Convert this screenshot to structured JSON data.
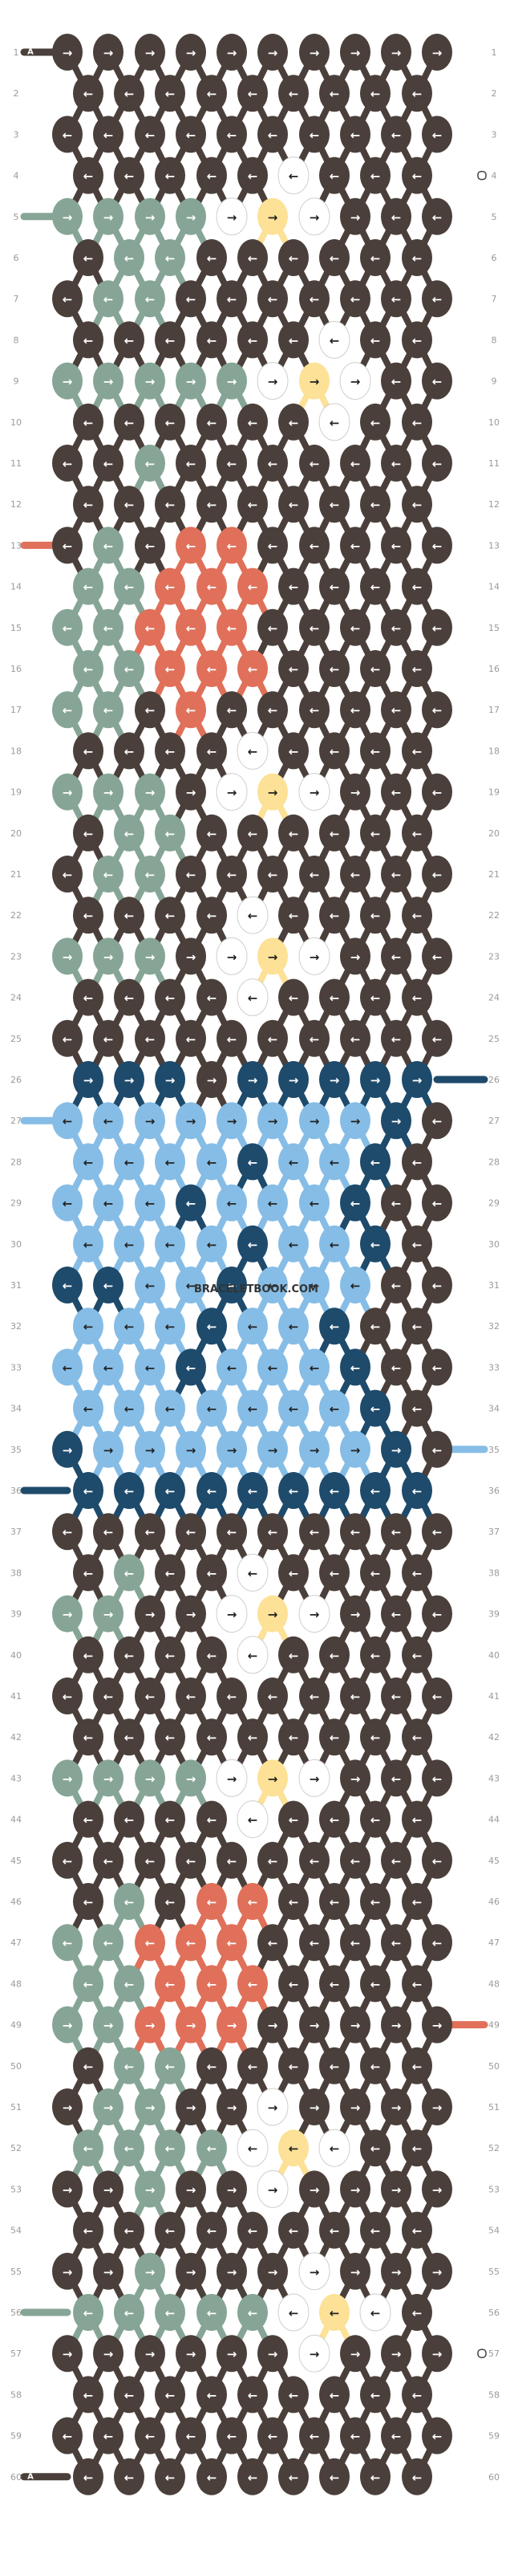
{
  "pattern": {
    "watermark": "BRACELETBOOK.COM",
    "strand_label_top": "A",
    "strand_label_bottom": "A",
    "rows": 60,
    "knots_per_odd_row": 10,
    "knots_per_even_row": 9,
    "colors": {
      "A": "#4a3f3a",
      "B": "#86a596",
      "C": "#ffffff",
      "D": "#fce196",
      "E": "#e0705a",
      "F": "#1e4a6b",
      "G": "#86bde6"
    },
    "icons": {
      "right": "→",
      "left": "←"
    },
    "row_labels": [
      "1",
      "2",
      "3",
      "4",
      "5",
      "6",
      "7",
      "8",
      "9",
      "10",
      "11",
      "12",
      "13",
      "14",
      "15",
      "16",
      "17",
      "18",
      "19",
      "20",
      "21",
      "22",
      "23",
      "24",
      "25",
      "26",
      "27",
      "28",
      "29",
      "30",
      "31",
      "32",
      "33",
      "34",
      "35",
      "36",
      "37",
      "38",
      "39",
      "40",
      "41",
      "42",
      "43",
      "44",
      "45",
      "46",
      "47",
      "48",
      "49",
      "50",
      "51",
      "52",
      "53",
      "54",
      "55",
      "56",
      "57",
      "58",
      "59",
      "60"
    ],
    "knots": [
      "AAAAAAAAAA",
      "AAAAAAAAA",
      "AAAAAAAAAA",
      "AAAAACAAA",
      "BBBBCDCAAA",
      "ABBAAAAAA",
      "ABBAAAAAAA",
      "AAAAAACAA",
      "BBBBBCDCAA",
      "AAAAAACAA",
      "AABAAAAAAA",
      "AAAAAAAAA",
      "ABAEEAAAAA",
      "BBEEEAAAA",
      "BBEEEAAAAA",
      "BBEEEAAAA",
      "BBAEAAAAAA",
      "AAAACAAAA",
      "BBBACDCAAA",
      "ABBAAAAAA",
      "ABBAAAAAAA",
      "AAAACAAAA",
      "BBBACDCAAA",
      "AAAACAAAA",
      "AAAAAAAAAA",
      "FFFAFFFFF",
      "GGGGGGGGFA",
      "GGGGFGGFA",
      "GGGFGGGFAA",
      "GGGGFGGFA",
      "FFGGFGGGAA",
      "GGGFGGFAA",
      "GGGFGGGFAA",
      "GGGGGGGFA",
      "FGGGGGGGFA",
      "FFFFFFFFF",
      "AAAAAAAAAA",
      "ABAACAAAA",
      "BBAACDCAAA",
      "AAAACAAAA",
      "AAAAAAAAAA",
      "AAAAAAAAA",
      "BBBBCDCAAA",
      "AAAACAAAA",
      "AAAAAAAAAA",
      "ABAEEAAAA",
      "BBEEEAAAAA",
      "BBEEEAAAA",
      "BBEEEAAAAA",
      "ABBAAAAAA",
      "ABBAACAAAA",
      "BBBBCDCAA",
      "AABAACAAAA",
      "AAAAAAAAA",
      "AABAAACAAA",
      "BBBBBCDCA",
      "AAAAAACAAA",
      "AAAAAAAAA",
      "AAAAAAAAAA",
      "AAAAAAAAA"
    ],
    "directions": [
      "RRRRRRRRRR",
      "LLLLLLLLL",
      "LLLLLLLLLL",
      "LLLLLLLLL",
      "RRRRRRRRLL",
      "LLLLLLLLL",
      "LLLLLLLLLL",
      "LLLLLLLLL",
      "RRRRRRRRLL",
      "LLLLLLLLL",
      "LLLLLLLLLL",
      "LLLLLLLLL",
      "LLLLLLLLLL",
      "LLLLLLLLL",
      "LLLLLLLLLL",
      "LLLLLLLLL",
      "LLLLLLLLLL",
      "LLLLLLLLL",
      "RRRRRRRRLL",
      "LLLLLLLLL",
      "LLLLLLLLLL",
      "LLLLLLLLL",
      "RRRRRRRRLL",
      "LLLLLLLLL",
      "LLLLLLLLLL",
      "RRRRRRRRR",
      "LLRRRRRRRL",
      "LLLLLLLLL",
      "LLLLLLLLLL",
      "LLLLLLLLL",
      "LLLLLLLLLL",
      "LLLLLLLLL",
      "LLLLLLLLLL",
      "LLLLLLLLL",
      "RRRRRRRRRL",
      "LLLLLLLLL",
      "LLLLLLLLLL",
      "LLLLLLLLL",
      "RRRRRRRRLL",
      "LLLLLLLLL",
      "LLLLLLLLLL",
      "LLLLLLLLL",
      "RRRRRRRRLL",
      "LLLLLLLLL",
      "LLLLLLLLLL",
      "LLLLLLLLL",
      "LLLLLLLLLL",
      "LLLLLLLLL",
      "RRRRRRRRRR",
      "LLLLLLLLL",
      "RRRRRRRRRR",
      "LLLLLLLLL",
      "RRRRRRRRRR",
      "LLLLLLLLL",
      "RRRRRRRRRR",
      "LLLLLLLLL",
      "RRRRRRRRRR",
      "LLLLLLLLL",
      "LLLLLLLLLL",
      "LLLLLLLLL"
    ],
    "side_strands": {
      "left": [
        {
          "row": 1,
          "color": "A"
        },
        {
          "row": 5,
          "color": "B"
        },
        {
          "row": 13,
          "color": "E"
        },
        {
          "row": 27,
          "color": "G"
        },
        {
          "row": 36,
          "color": "F"
        },
        {
          "row": 56,
          "color": "B"
        },
        {
          "row": 60,
          "color": "A"
        }
      ],
      "right": [
        {
          "row": 4,
          "color": "C"
        },
        {
          "row": 26,
          "color": "F"
        },
        {
          "row": 35,
          "color": "G"
        },
        {
          "row": 49,
          "color": "E"
        },
        {
          "row": 57,
          "color": "C"
        }
      ]
    }
  }
}
